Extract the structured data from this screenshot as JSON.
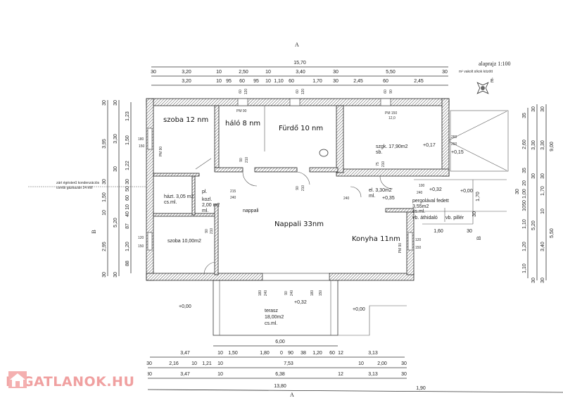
{
  "header": {
    "section_mark_top": "A",
    "section_mark_bottom": "A",
    "scale": "alaprajz 1:100",
    "scale_note": "m² vakolt síkok között",
    "north": "É"
  },
  "dims_top": {
    "row1": [
      "15,70"
    ],
    "row2": [
      "30",
      "3,20",
      "10",
      "2,50",
      "10",
      "3,40",
      "30",
      "5,50",
      "30"
    ],
    "row3": [
      "3,20",
      "10",
      "95",
      "60",
      "95",
      "10",
      "1,10",
      "60",
      "1,70",
      "30",
      "2,45",
      "60",
      "2,45"
    ],
    "window_marks": [
      "60",
      "120",
      "60",
      "120",
      "60",
      "90"
    ]
  },
  "dims_bottom": {
    "row1": [
      "6,00"
    ],
    "row2": [
      "3,47",
      "10",
      "1,50",
      "1,80",
      "0",
      "90",
      "38",
      "1,20",
      "60",
      "12",
      "3,13"
    ],
    "row3": [
      "30",
      "2,16",
      "10",
      "1,21",
      "10",
      "7,53",
      "10",
      "2,00",
      "30"
    ],
    "row4": [
      "30",
      "3,47",
      "10",
      "6,38",
      "12",
      "3,13",
      "30"
    ],
    "row5": [
      "13,80",
      "1,90"
    ]
  },
  "dims_left": {
    "col1": [
      "30",
      "3,95",
      "30",
      "1,50",
      "10",
      "2,95",
      "30"
    ],
    "col2": [
      "30",
      "3,30",
      "30",
      "5,20",
      "30"
    ],
    "col3": [
      "1,23",
      "1,50",
      "1,22",
      "30",
      "50",
      "60",
      "10",
      "40",
      "87",
      "1,20",
      "88"
    ],
    "note_line1": "zárt égésterű kondenzációs",
    "note_line2": "combi gázkazán 24 kW",
    "section_mark": "B"
  },
  "dims_right": {
    "col1": [
      "35",
      "2,60",
      "35",
      "30",
      "20",
      "1,00",
      "10",
      "50",
      "1,10",
      "1,20",
      "1,10"
    ],
    "col2": [
      "30",
      "3,30",
      "30",
      "5,20",
      "30"
    ],
    "col3": [
      "30",
      "3,30",
      "30",
      "1,70",
      "10",
      "3,40",
      "30"
    ],
    "col4": [
      "9,00",
      "5,50"
    ],
    "pergola_h": "1,70",
    "pergola_30": "30",
    "kitchen_w": "1,60",
    "kitchen_30": "30",
    "section_mark": "B"
  },
  "rooms": {
    "szoba12": "szoba 12 nm",
    "halo": "háló 8 nm",
    "furdo": "Fürdő 10 nm",
    "szgk": "szgk. 17,90m2",
    "szgk_floor": "sb.",
    "hazt": "házt. 3,05 m2",
    "hazt_floor": "cs.ml.",
    "pl": "pl.",
    "kozl": "kozl.",
    "kozl_area": "2,00 m2",
    "kozl_floor": "ml.",
    "nappali_small": "nappali",
    "nappali": "Nappali 33nm",
    "konyha": "Konyha 11nm",
    "szoba10": "szoba 10,00m2",
    "el": "el. 3,30m2",
    "el_floor": "ml.",
    "pergola": "pergolával fedett",
    "pergola_area": "3,55m2",
    "pergola_floor": "cs.ml.",
    "vb_athidalo": "vb. áthidaló",
    "vb_piller": "vb. pillér",
    "terasz": "terasz",
    "terasz_area": "18,00m2",
    "terasz_floor": "cs.ml."
  },
  "levels": [
    "+0,17",
    "+0,15",
    "+0,32",
    "+0,00",
    "+0,35",
    "+0,00",
    "+0,32",
    "+0,00"
  ],
  "openings": {
    "pm90_top": "PM 90",
    "pm150_top": "PM 150",
    "pm90_left": "PM 90",
    "pm90_kitchen": "PM 90",
    "d215": "215",
    "d240": "240",
    "d90a": "90",
    "d210a": "210",
    "d90b": "90",
    "d210b": "210",
    "d75": "75",
    "d210c": "210",
    "d90c": "90",
    "d210d": "210",
    "d240b": "240",
    "w180": "180",
    "w150": "150",
    "w120": "120",
    "w150b": "150",
    "k120": "120",
    "k150": "150",
    "p100": "100",
    "p240": "240",
    "c260a": "260",
    "c260b": "260",
    "b180": "180",
    "b240": "240",
    "b90": "90",
    "b240b": "240",
    "b180b": "180",
    "b150": "150",
    "hand_note": "12,0"
  },
  "watermark": "INGATLANOK.HU"
}
